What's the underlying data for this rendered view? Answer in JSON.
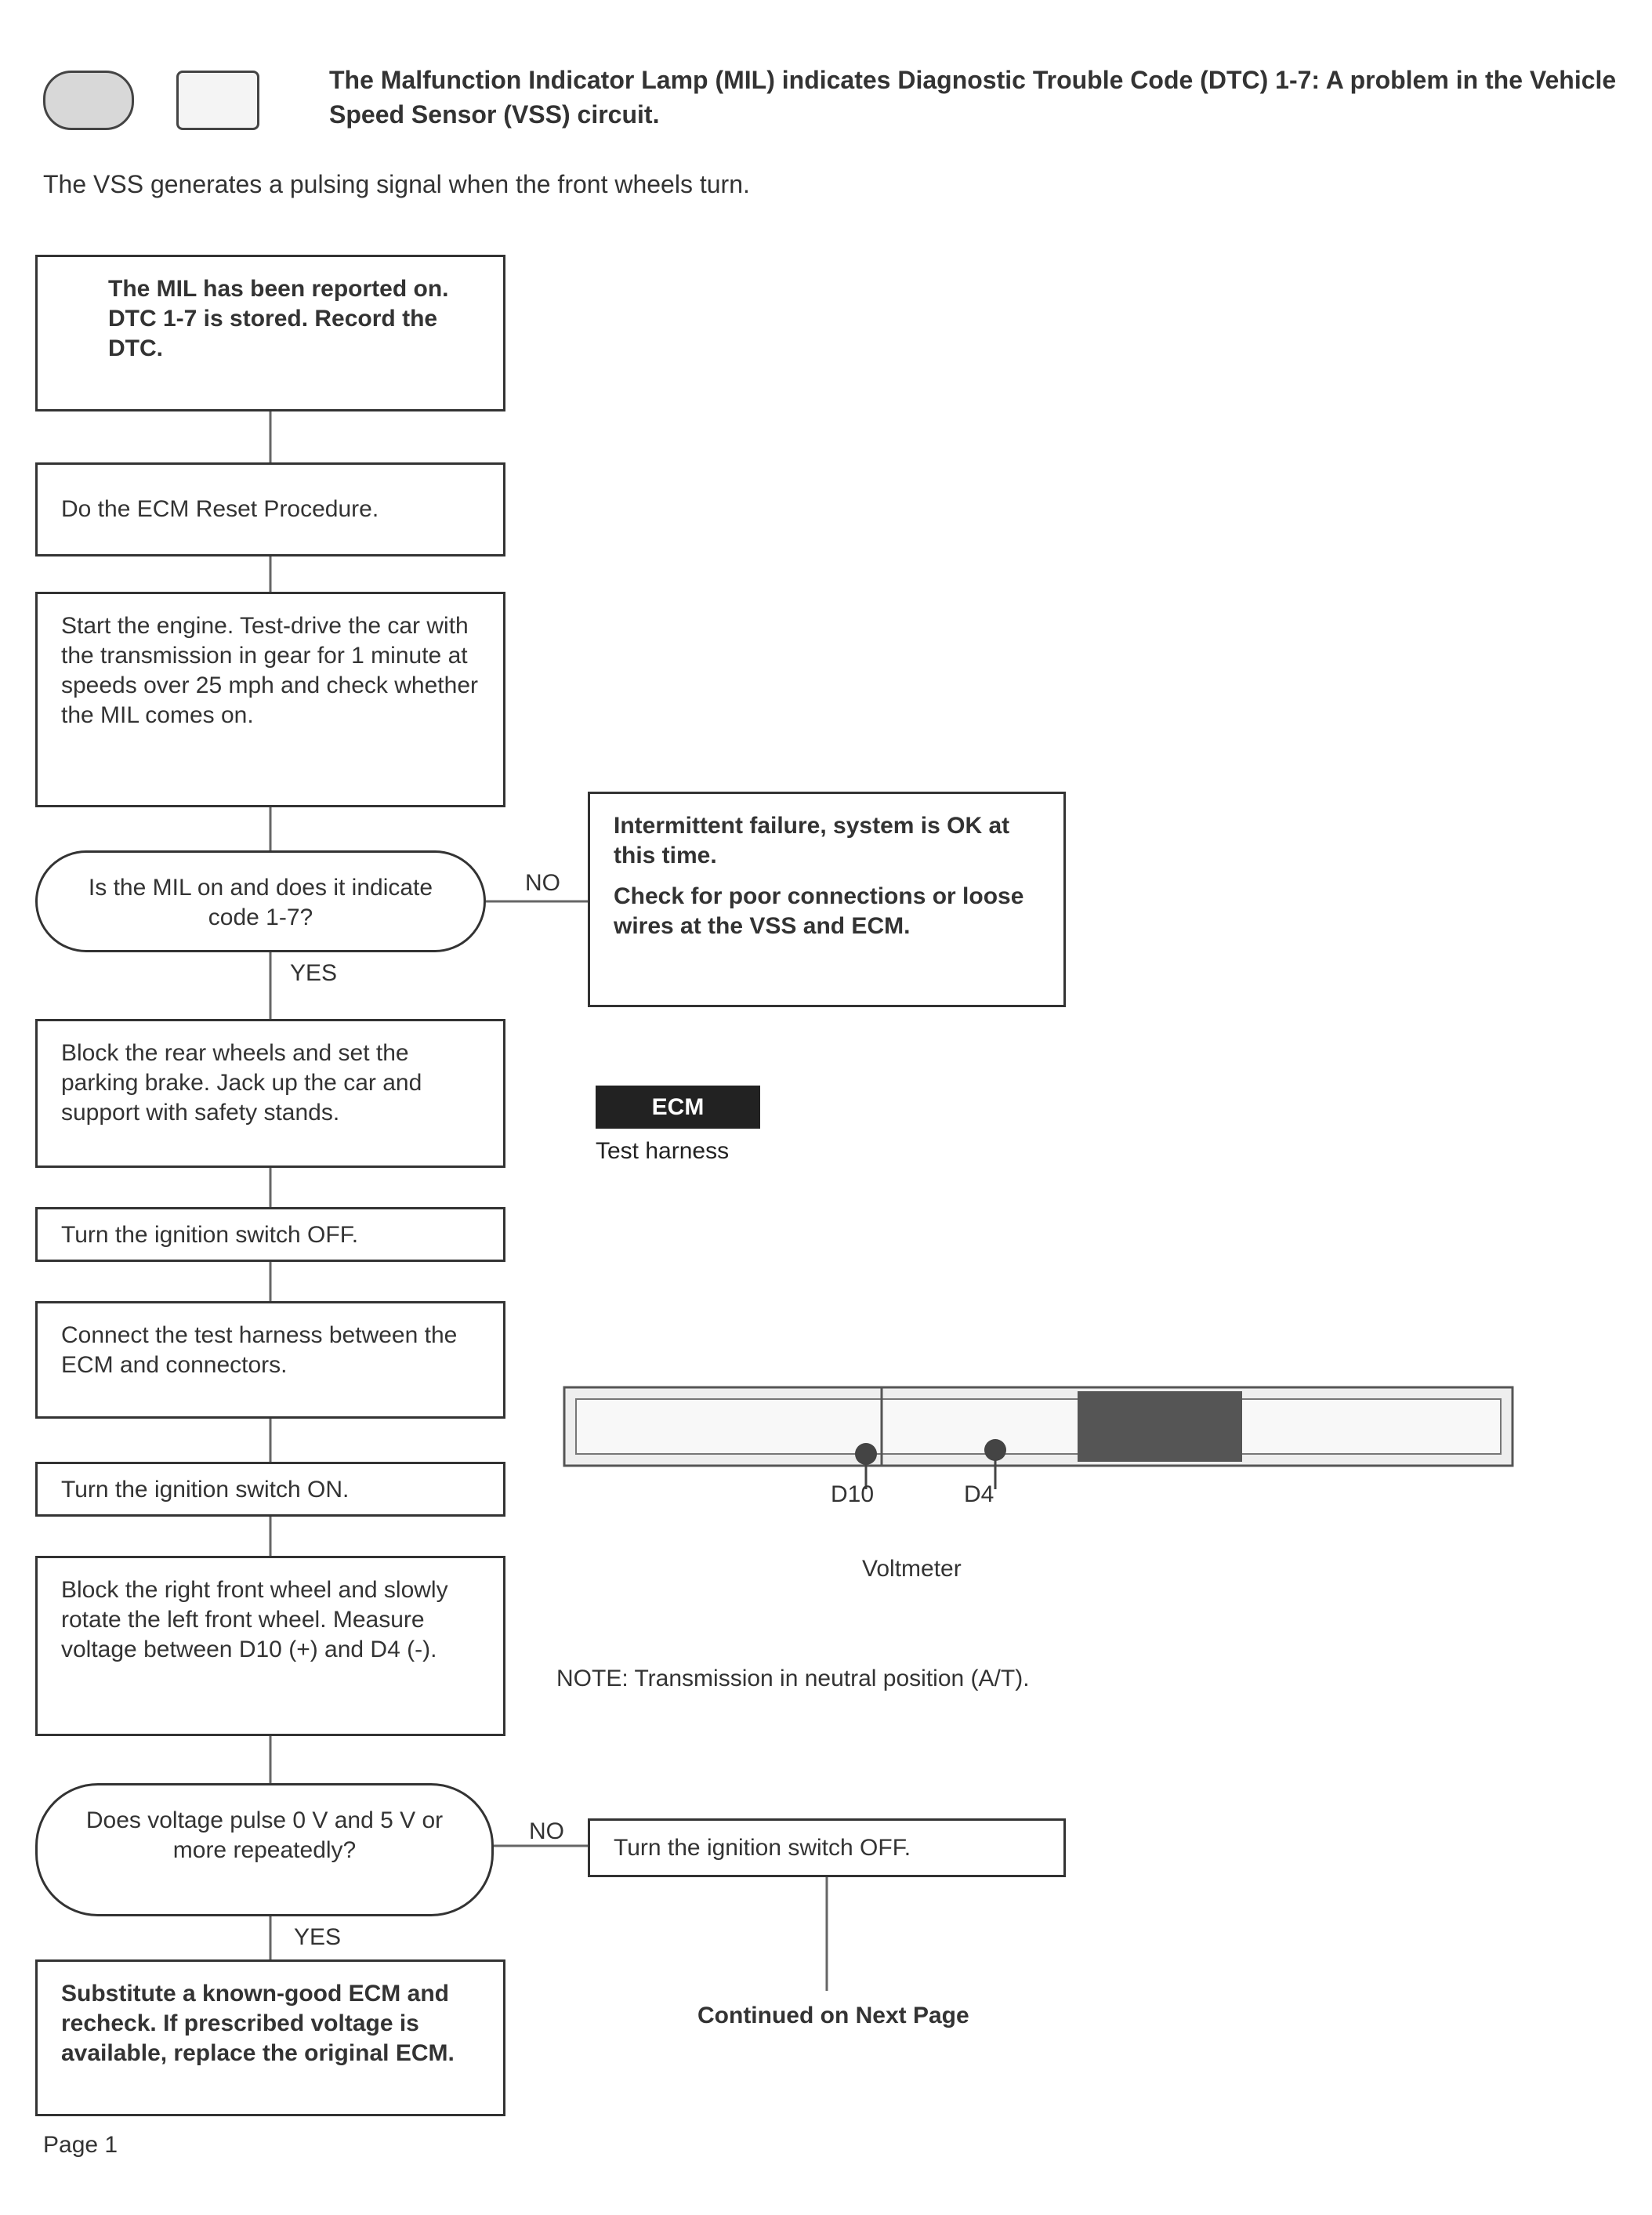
{
  "header": {
    "icon_left": "engine-check-icon",
    "icon_right": "code-display-icon",
    "title": "The Malfunction Indicator Lamp (MIL) indicates Diagnostic Trouble Code (DTC) 1-7: A problem in the Vehicle Speed Sensor (VSS) circuit.",
    "subtitle": "The VSS generates a pulsing signal when the front wheels turn."
  },
  "flow": {
    "start": "The MIL has been reported on. DTC 1-7 is stored. Record the DTC.",
    "step1": "Do the ECM Reset Procedure.",
    "step2": "Start the engine. Test-drive the car with the transmission in gear for 1 minute at speeds over 25 mph and check whether the MIL comes on.",
    "decision1": "Is the MIL on and does it indicate code 1-7?",
    "decision1_no": "NO",
    "decision1_yes": "YES",
    "no_result1": "Intermittent failure, system is OK at this time.",
    "no_result1_b": "Check for poor connections or loose wires at the VSS and ECM.",
    "step3": "Block the rear wheels and set the parking brake. Jack up the car and support with safety stands.",
    "step4": "Turn the ignition switch OFF.",
    "step5": "Connect the test harness between the ECM and connectors.",
    "step6": "Turn the ignition switch ON.",
    "step7": "Block the right front wheel and slowly rotate the left front wheel. Measure voltage between D10 (+) and D4 (-).",
    "decision2": "Does voltage pulse 0 V and 5 V or more repeatedly?",
    "decision2_no": "NO",
    "decision2_yes": "YES",
    "result_yes": "Substitute a known-good ECM and recheck. If prescribed voltage is available, replace the original ECM.",
    "no_step2": "Turn the ignition switch OFF.",
    "continued": "Continued on Next Page"
  },
  "figure": {
    "tag": "ECM",
    "caption": "Test harness",
    "harness_label_a": "D10",
    "harness_label_b": "D4",
    "harness_note": "Voltmeter",
    "note": "NOTE: Transmission in neutral position (A/T)."
  },
  "footer": {
    "page_label": "Page 1"
  }
}
